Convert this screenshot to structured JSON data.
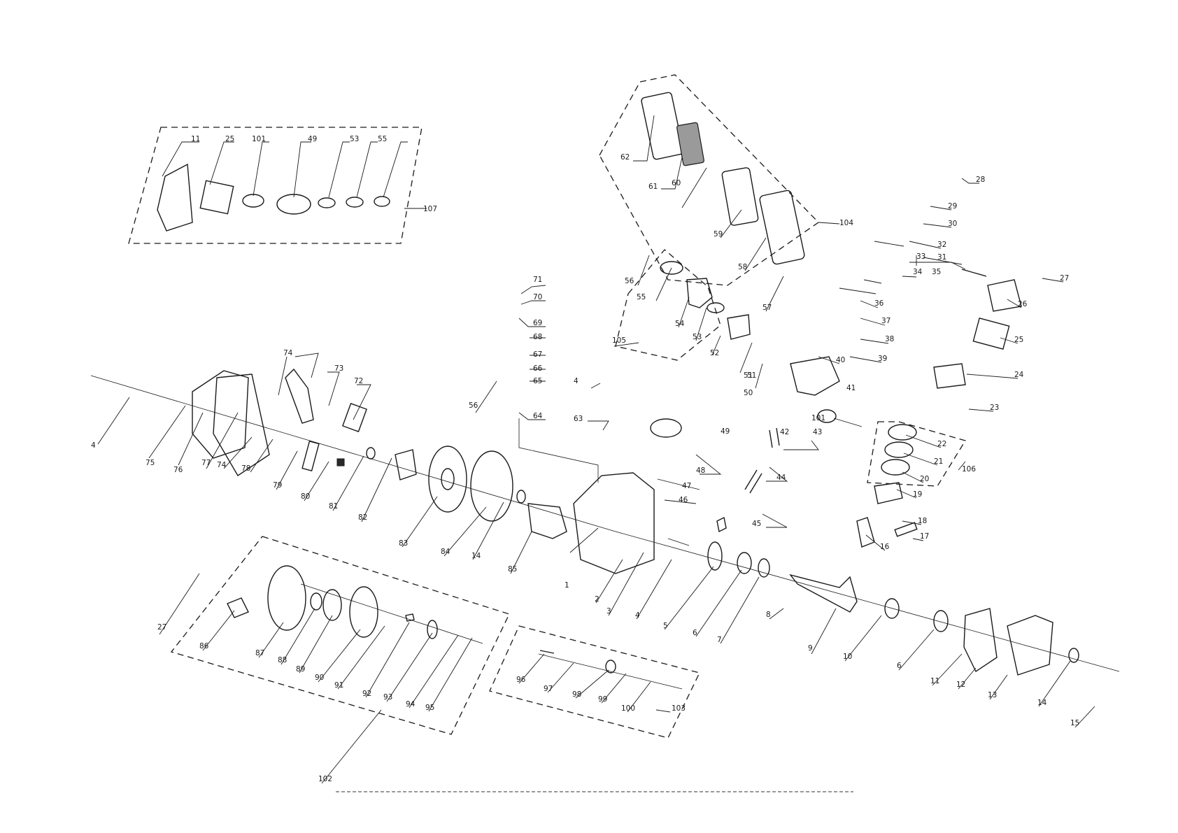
{
  "callouts": [
    "1",
    "2",
    "3",
    "4",
    "4",
    "4",
    "5",
    "6",
    "6",
    "7",
    "8",
    "9",
    "10",
    "11",
    "11",
    "12",
    "13",
    "14",
    "14",
    "15",
    "16",
    "17",
    "18",
    "19",
    "20",
    "21",
    "22",
    "23",
    "24",
    "25",
    "25",
    "26",
    "27",
    "27",
    "28",
    "29",
    "30",
    "31",
    "32",
    "33",
    "34",
    "35",
    "36",
    "37",
    "38",
    "39",
    "40",
    "41",
    "42",
    "43",
    "44",
    "45",
    "46",
    "47",
    "48",
    "49",
    "49",
    "50",
    "51",
    "51",
    "52",
    "53",
    "53",
    "54",
    "55",
    "55",
    "56",
    "56",
    "57",
    "58",
    "59",
    "60",
    "61",
    "62",
    "63",
    "64",
    "65",
    "66",
    "67",
    "68",
    "69",
    "70",
    "71",
    "72",
    "73",
    "74",
    "74",
    "75",
    "76",
    "77",
    "78",
    "79",
    "80",
    "81",
    "82",
    "83",
    "84",
    "85",
    "86",
    "87",
    "88",
    "89",
    "90",
    "91",
    "92",
    "93",
    "94",
    "95",
    "96",
    "97",
    "98",
    "99",
    "100",
    "101",
    "101",
    "102",
    "103",
    "104",
    "105",
    "106",
    "107"
  ]
}
